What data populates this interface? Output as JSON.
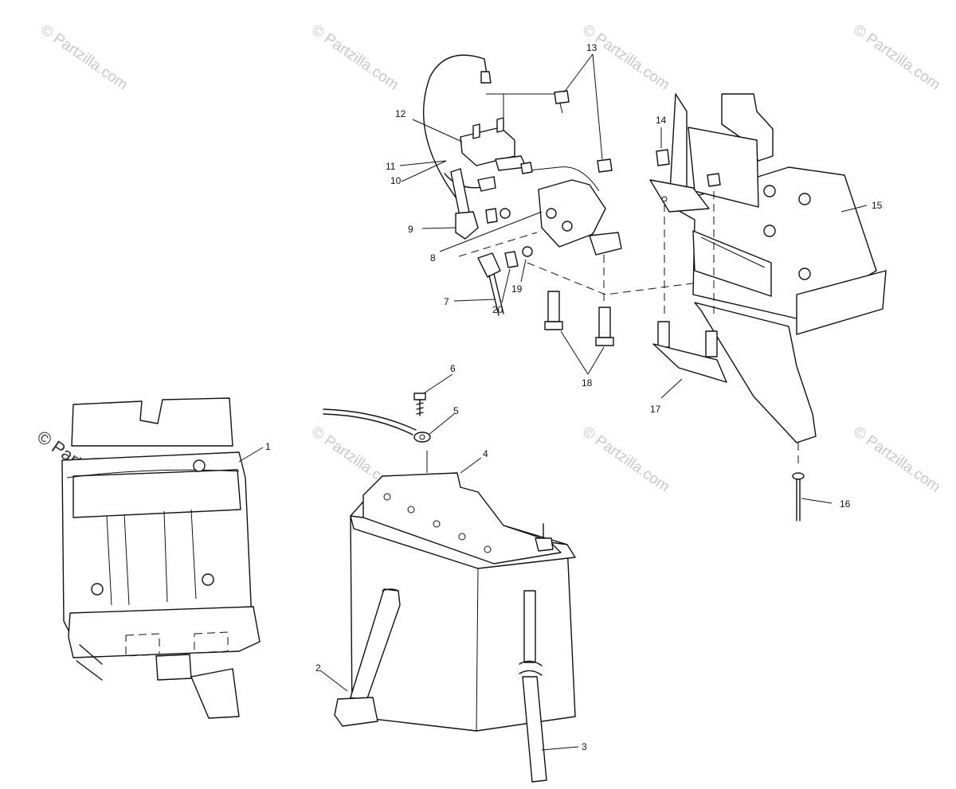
{
  "watermark": {
    "text": "© Partzilla.com"
  },
  "callouts": {
    "c1": "1",
    "c2": "2",
    "c3": "3",
    "c4": "4",
    "c5": "5",
    "c6": "6",
    "c7": "7",
    "c8": "8",
    "c9": "9",
    "c10": "10",
    "c11": "11",
    "c12": "12",
    "c13": "13",
    "c14": "14",
    "c15": "15",
    "c16": "16",
    "c17": "17",
    "c18": "18",
    "c19": "19",
    "c20": "20"
  }
}
